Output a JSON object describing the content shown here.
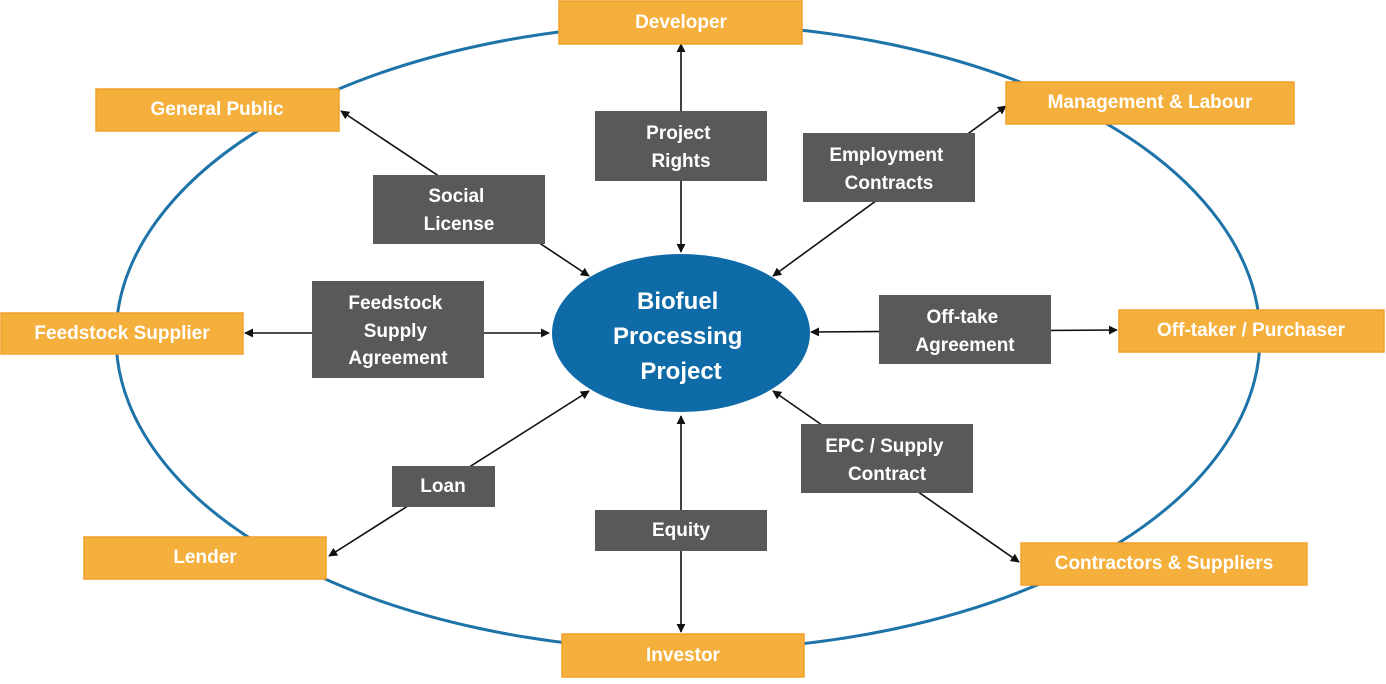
{
  "center": {
    "label_lines": [
      "Biofuel",
      "Processing",
      "Project"
    ]
  },
  "stakeholders": {
    "developer": "Developer",
    "general_public": "General Public",
    "management_labour": "Management & Labour",
    "feedstock_supplier": "Feedstock Supplier",
    "offtaker": "Off-taker / Purchaser",
    "lender": "Lender",
    "contractors_suppliers": "Contractors & Suppliers",
    "investor": "Investor"
  },
  "relationships": {
    "project_rights": [
      "Project",
      "Rights"
    ],
    "social_license": [
      "Social",
      "License"
    ],
    "employment_contracts": [
      "Employment",
      "Contracts"
    ],
    "feedstock_supply_agreement": [
      "Feedstock",
      "Supply",
      "Agreement"
    ],
    "offtake_agreement": [
      "Off-take",
      "Agreement"
    ],
    "loan": [
      "Loan"
    ],
    "equity": [
      "Equity"
    ],
    "epc_supply_contract": [
      "EPC / Supply",
      "Contract"
    ]
  },
  "colors": {
    "stakeholder_fill": "#F5AF3C",
    "stakeholder_border": "#F0A02A",
    "relationship_fill": "#58595B",
    "center_fill": "#0F6BA8",
    "outer_ellipse": "#1E73A8",
    "arrow": "#111111"
  }
}
